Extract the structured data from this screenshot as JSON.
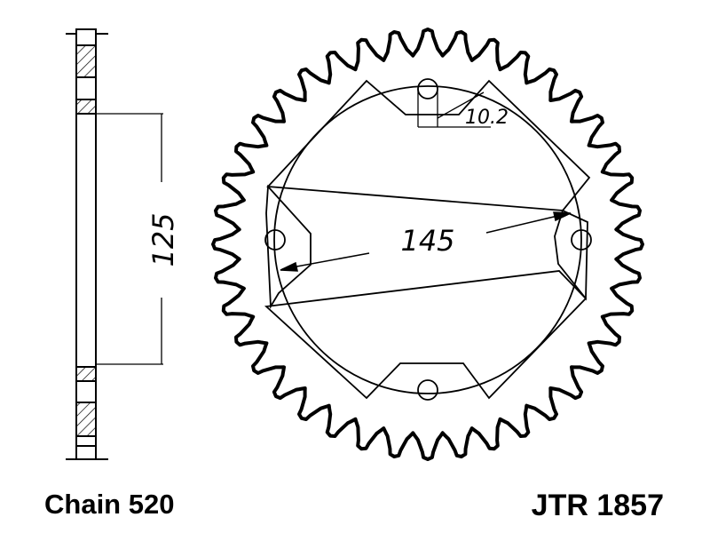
{
  "drawing": {
    "dimensions": {
      "pitch_circle": "145",
      "bolt_hole": "10.2",
      "hub_width": "125"
    },
    "captions": {
      "chain": "Chain 520",
      "part_number": "JTR 1857"
    },
    "sprocket": {
      "teeth": 40,
      "bolt_holes": 4
    },
    "colors": {
      "line": "#000000",
      "background": "#ffffff"
    }
  }
}
